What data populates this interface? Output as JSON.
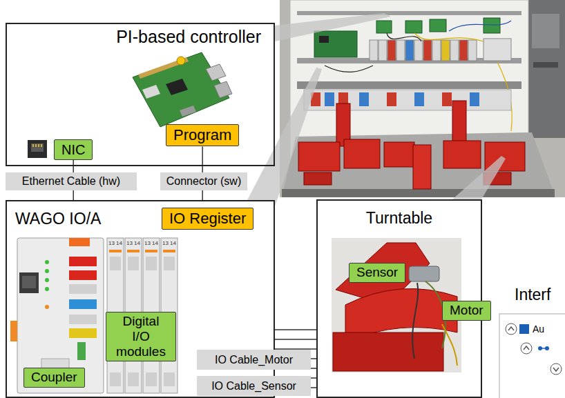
{
  "diagram": {
    "nodes": [
      {
        "text": [
          "PI-based controller"
        ]
      },
      {
        "text": [
          "NIC"
        ],
        "in": 0
      },
      {
        "text": [
          "Program"
        ],
        "in": 0
      },
      {
        "text": [
          "WAGO IO/A"
        ]
      },
      {
        "text": [
          "IO Register"
        ],
        "in": 3
      },
      {
        "text": [
          "Digital I/O modules"
        ],
        "in": 3
      },
      {
        "text": [
          "Coupler"
        ],
        "in": 3
      },
      {
        "text": [
          "Turntable"
        ]
      },
      {
        "text": [
          "Sensor"
        ],
        "in": 7
      },
      {
        "text": [
          "Motor"
        ],
        "in": 7
      }
    ],
    "edges": [
      {
        "from": 1,
        "to": 3,
        "arrow": "none",
        "label": "Ethernet Cable (hw)"
      },
      {
        "from": 2,
        "to": 3,
        "arrow": "none",
        "label": "Connector (sw)"
      },
      {
        "from": 3,
        "to": 7,
        "arrow": "none"
      }
    ],
    "labels": [
      "13 14",
      "13 14",
      "13 14",
      "13 14",
      "IO Cable_Motor",
      "IO Cable_Sensor",
      "Interf",
      "Au"
    ]
  }
}
